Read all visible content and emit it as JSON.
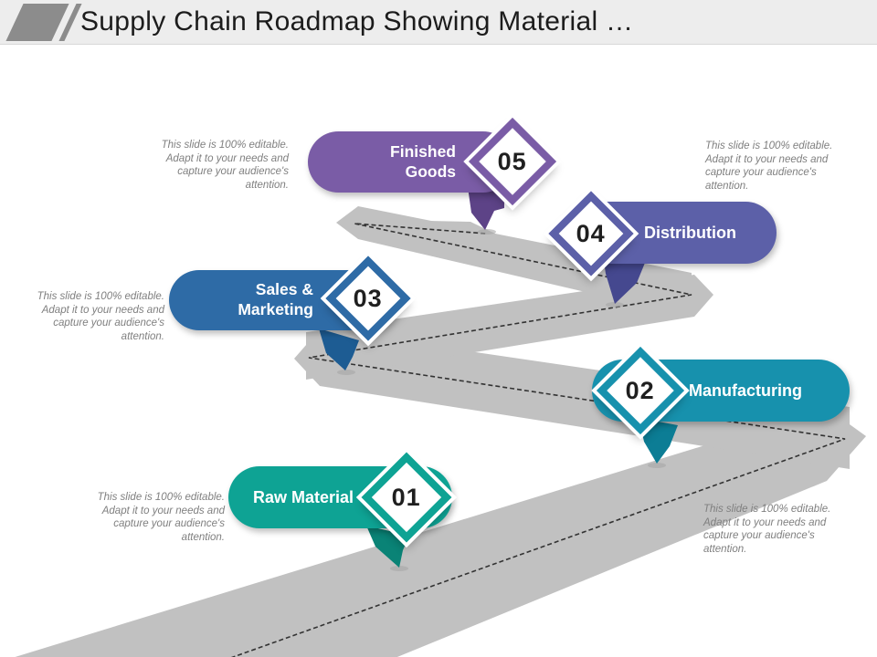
{
  "slide": {
    "title": "Supply Chain Roadmap Showing Material …"
  },
  "note": "This slide is 100% editable.\nAdapt it to your needs and\ncapture your audience's\nattention.",
  "milestones": [
    {
      "number": "01",
      "label": "Raw Material",
      "color": "#0ea394",
      "pointer_color": "#0a8376"
    },
    {
      "number": "02",
      "label": "Manufacturing",
      "color": "#1791ad",
      "pointer_color": "#0c7d95"
    },
    {
      "number": "03",
      "label": "Sales & Marketing",
      "color": "#2e6ba6",
      "pointer_color": "#1d5c93"
    },
    {
      "number": "04",
      "label": "Distribution",
      "color": "#5c60a8",
      "pointer_color": "#45488f"
    },
    {
      "number": "05",
      "label": "Finished Goods",
      "color": "#7a5ca6",
      "pointer_color": "#5d4387"
    }
  ],
  "road": {
    "color": "#c1c1c1",
    "dash_color": "#333333",
    "shadow_color": "#a6a6a6"
  }
}
